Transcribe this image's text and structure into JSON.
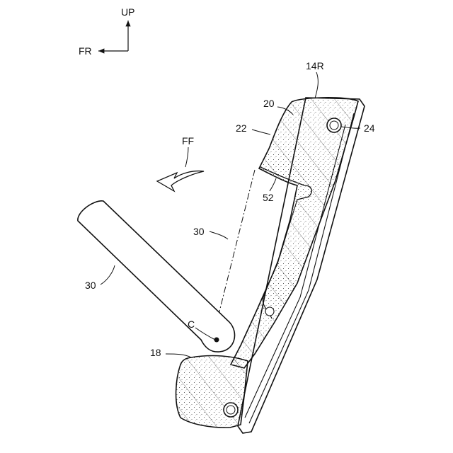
{
  "orientation": {
    "up_label": "UP",
    "front_label": "FR"
  },
  "labels": {
    "seatback_frame": "14R",
    "pad_outer": "20",
    "pad_face": "22",
    "rod_upper": "24",
    "flap_motion": "FF",
    "recess": "52",
    "flap_stowed": "30",
    "flap_deployed": "30",
    "pivot": "C",
    "lower_pad": "18"
  },
  "colors": {
    "line": "#111111",
    "background": "#ffffff"
  }
}
